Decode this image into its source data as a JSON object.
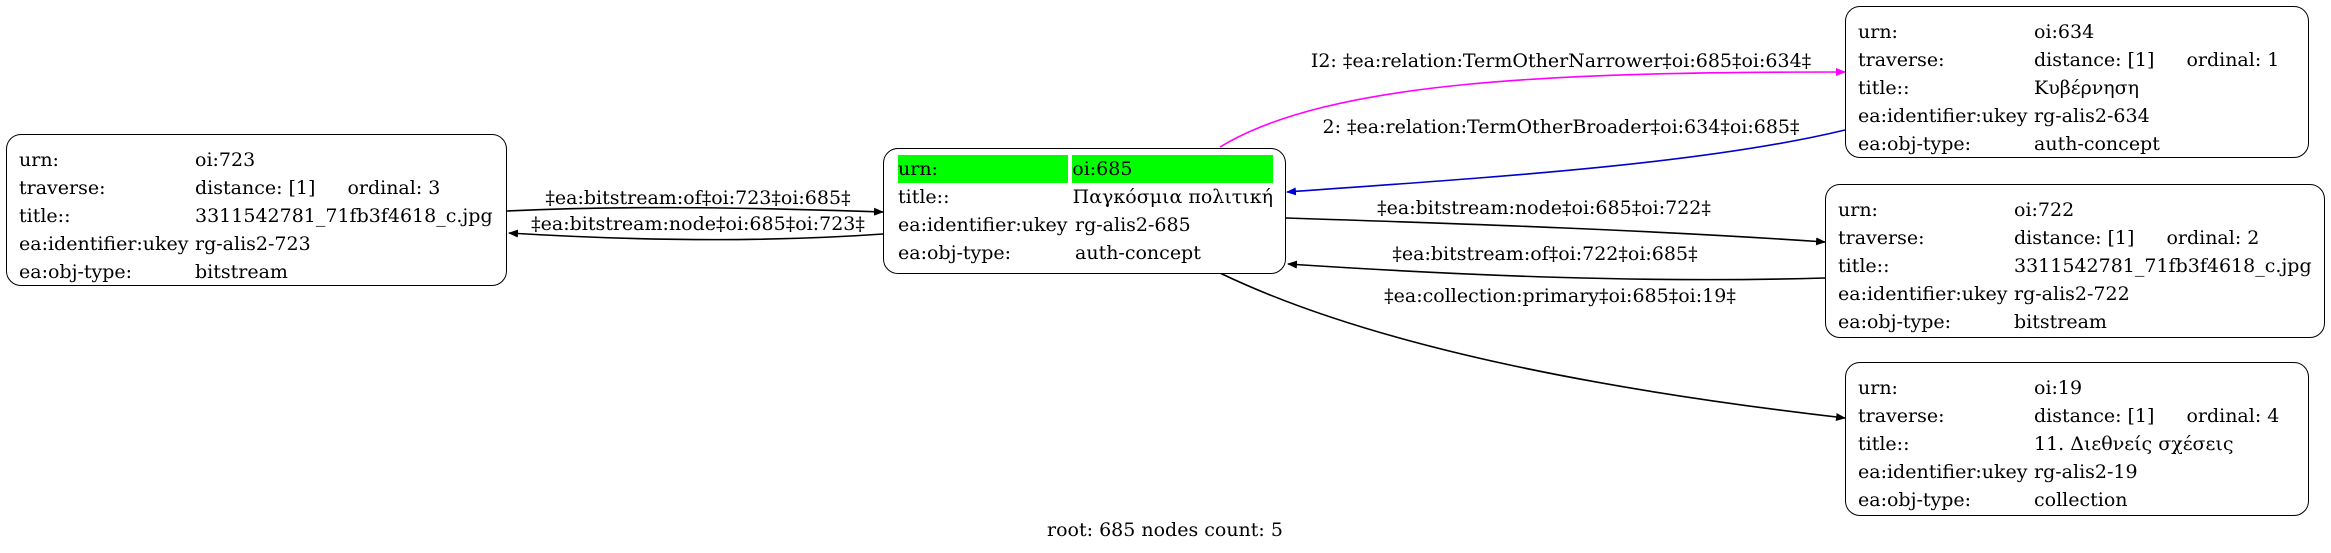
{
  "colors": {
    "edge": "#000000",
    "narrower": "#ff00ff",
    "broader": "#0000cc",
    "root_highlight": "#00ff00"
  },
  "nodes": {
    "n723": {
      "urn_key": "urn:",
      "urn": "oi:723",
      "traverse_key": "traverse:",
      "distance": "distance: [1]",
      "ordinal": "ordinal: 3",
      "title_key": "title::",
      "title": "3311542781_71fb3f4618_c.jpg",
      "ukey_key": "ea:identifier:ukey",
      "ukey": "rg-alis2-723",
      "type_key": "ea:obj-type:",
      "type": "bitstream"
    },
    "n685": {
      "urn_key": "urn:",
      "urn": "oi:685",
      "title_key": "title::",
      "title": "Παγκόσμια πολιτική",
      "ukey_key": "ea:identifier:ukey",
      "ukey": "rg-alis2-685",
      "type_key": "ea:obj-type:",
      "type": "auth-concept"
    },
    "n634": {
      "urn_key": "urn:",
      "urn": "oi:634",
      "traverse_key": "traverse:",
      "distance": "distance: [1]",
      "ordinal": "ordinal: 1",
      "title_key": "title::",
      "title": "Κυβέρνηση",
      "ukey_key": "ea:identifier:ukey",
      "ukey": "rg-alis2-634",
      "type_key": "ea:obj-type:",
      "type": "auth-concept"
    },
    "n722": {
      "urn_key": "urn:",
      "urn": "oi:722",
      "traverse_key": "traverse:",
      "distance": "distance: [1]",
      "ordinal": "ordinal: 2",
      "title_key": "title::",
      "title": "3311542781_71fb3f4618_c.jpg",
      "ukey_key": "ea:identifier:ukey",
      "ukey": "rg-alis2-722",
      "type_key": "ea:obj-type:",
      "type": "bitstream"
    },
    "n19": {
      "urn_key": "urn:",
      "urn": "oi:19",
      "traverse_key": "traverse:",
      "distance": "distance: [1]",
      "ordinal": "ordinal: 4",
      "title_key": "title::",
      "title": "11. Διεθνείς σχέσεις",
      "ukey_key": "ea:identifier:ukey",
      "ukey": "rg-alis2-19",
      "type_key": "ea:obj-type:",
      "type": "collection"
    }
  },
  "edges": {
    "of_723_685": "‡ea:bitstream:of‡oi:723‡oi:685‡",
    "node_685_723": "‡ea:bitstream:node‡oi:685‡oi:723‡",
    "narrower": "I2: ‡ea:relation:TermOtherNarrower‡oi:685‡oi:634‡",
    "broader": "2: ‡ea:relation:TermOtherBroader‡oi:634‡oi:685‡",
    "node_685_722": "‡ea:bitstream:node‡oi:685‡oi:722‡",
    "of_722_685": "‡ea:bitstream:of‡oi:722‡oi:685‡",
    "primary_685_19": "‡ea:collection:primary‡oi:685‡oi:19‡"
  },
  "footer": "root: 685 nodes count: 5"
}
